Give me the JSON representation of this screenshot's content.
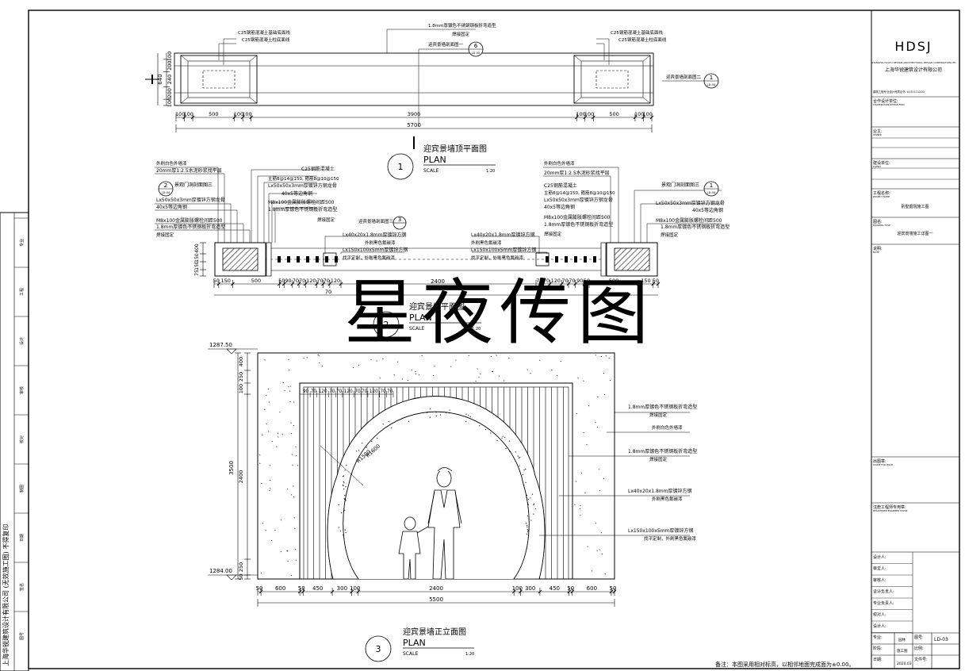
{
  "title_block": {
    "company_logo": "HDSJ",
    "company_en": "SHANGHAI HUAYU DESIGN ARCHITECTURAL DESIGN CORPORATION LTD",
    "company_cn": "上海华锐建筑设计有限公司",
    "license": "建筑工程专业设计资质证书: A131111200",
    "fields": [
      {
        "label": "合作设计单位:",
        "sub": "COOPERATION DESIGN FIRM",
        "value": ""
      },
      {
        "label": "业主:",
        "sub": "OWNER",
        "value": ""
      },
      {
        "label": "建设单位:",
        "sub": "CLIENT",
        "value": ""
      },
      {
        "label": "工程名称:",
        "sub": "PROJECT NAME",
        "value": "别墅庭院施工图"
      },
      {
        "label": "图名:",
        "sub": "DRAWING TITLE",
        "value": "迎宾景墙施工详图一"
      },
      {
        "label": "说明:",
        "sub": "NOTE",
        "value": ""
      },
      {
        "label": "出图章:",
        "sub": "STAMP FOR ISSUE",
        "value": ""
      },
      {
        "label": "注册工程师专用章:",
        "sub": "REGISTERED ENGINEER STAMP",
        "value": ""
      }
    ],
    "sign_rows": [
      "设计人:",
      "审定人:",
      "审核人:",
      "设计负责人:",
      "专业负责人:",
      "校对人:",
      "设计人:"
    ],
    "bottom": {
      "spec_label": "专业:",
      "spec_value": "园林",
      "drawing_no_label": "图号:",
      "drawing_no": "LD-03",
      "stage_label": "阶段:",
      "stage_value": "施工图",
      "scale_label": "比例:",
      "scale_value": "",
      "date_label": "日期:",
      "date_value": "2020.03",
      "file_label": "文件号:",
      "file_value": ""
    }
  },
  "left_strip": {
    "text": "上海华锐建筑设计有限公司 (无效施工图) 不得复印",
    "cells": [
      "专业",
      "工程",
      "设计",
      "审核",
      "校对",
      "制图",
      "日期",
      "签名",
      "图号"
    ]
  },
  "watermark": "星夜传图",
  "footnote": "备注：本图采用相对标高，以相邻地面完成面为±0.00。",
  "plan1": {
    "title": "迎宾景墙顶平面图",
    "en": "PLAN",
    "num": "1",
    "scale_label": "SCALE",
    "scale": "1:20",
    "labels": [
      "C25钢筋混凝土基础底面线",
      "C25钢筋混凝土柱底面线",
      "1.8mm厚镀色不锈钢钢板折弯造型",
      "焊接固定",
      "迎宾景墙剖面图一",
      "迎宾景墙剖面图二"
    ],
    "callout1": {
      "num": "6",
      "sheet": "LD-05"
    },
    "callout2": {
      "num": "1",
      "sheet": "LD-04"
    },
    "dims_bottom": [
      "100",
      "100",
      "500",
      "100",
      "100",
      "3900",
      "100",
      "100",
      "500",
      "100",
      "100"
    ],
    "total": "5700",
    "dims_left": [
      "100",
      "200",
      "240",
      "200",
      "100"
    ],
    "total_left": "640"
  },
  "plan2": {
    "title": "迎宾景墙平面图",
    "en": "PLAN",
    "num": "2",
    "scale_label": "SCALE",
    "scale": "1:20",
    "left_labels": [
      "外刷白色外墙漆",
      "20mm厚1:2.5水泥砂浆找平层",
      "景观门洞剖面图三",
      "Lx50x50x3mm厚镀锌方钢龙骨",
      "40x5等边角钢",
      "M8x100金属膨胀螺栓间距500",
      "1.8mm厚镀色不锈钢板折弯造型",
      "焊接固定"
    ],
    "mid_labels": [
      "C25钢筋混凝土",
      "主筋8@14@150, 箍筋8@10@150",
      "Lx50x50x3mm厚镀锌方钢龙骨",
      "40x5等边角钢",
      "M8x100金属膨胀螺栓间距500",
      "1.8mm厚镀色不锈钢板折弯造型",
      "焊接固定"
    ],
    "section_ref": "迎宾景墙剖面图三",
    "pipe_labels": [
      "Lx40x20x1.8mm厚镀锌方钢",
      "外刷黑色氟碳漆",
      "Lx150x100x5mm厚镀锌方钢",
      "找平定制，外刷黑色氟碳漆"
    ],
    "callout_left": {
      "num": "2",
      "sheet": "LD-04"
    },
    "callout_right": {
      "num": "1",
      "sheet": "LD-04"
    },
    "callout_mid": {
      "num": "3"
    },
    "dims_left": [
      "400",
      "150",
      "150",
      "75"
    ],
    "dims_bottom_l": [
      "50",
      "150",
      "500",
      "50",
      "90",
      "70",
      "70",
      "120",
      "70",
      "70",
      "120"
    ],
    "dims_bottom_r": [
      "70",
      "70",
      "120",
      "70",
      "70",
      "90",
      "50",
      "500",
      "150",
      "50"
    ],
    "dim_mid": "2400",
    "dim_70": "70"
  },
  "elev3": {
    "title": "迎宾景墙正立面图",
    "en": "PLAN",
    "num": "3",
    "scale_label": "SCALE",
    "scale": "1:20",
    "elev_top": "1287.50",
    "elev_bottom": "1284.00",
    "radius1": "R1600",
    "radius2": "R1500",
    "right_labels": [
      "1.8mm厚镀色不锈钢板折弯造型",
      "焊接固定",
      "外刷白色外墙漆",
      "1.8mm厚镀色不锈钢板折弯造型",
      "焊接固定",
      "Lx40x20x1.8mm厚镀锌方钢",
      "外刷黑色氟碳漆",
      "Lx150x100x5mm厚镀锌方钢",
      "找平定制，外刷黑色氟碳漆"
    ],
    "dims_left": [
      "400",
      "250",
      "100",
      "2400",
      "250",
      "50"
    ],
    "total_left": "3500",
    "dims_top": [
      "90",
      "70",
      "120",
      "70",
      "70",
      "120",
      "70",
      "70",
      "120",
      "70",
      "70"
    ],
    "dims_bottom": [
      "50",
      "600",
      "50",
      "450",
      "300",
      "100",
      "2400",
      "100",
      "300",
      "450",
      "50",
      "600",
      "50"
    ],
    "total_bottom": "5500"
  }
}
